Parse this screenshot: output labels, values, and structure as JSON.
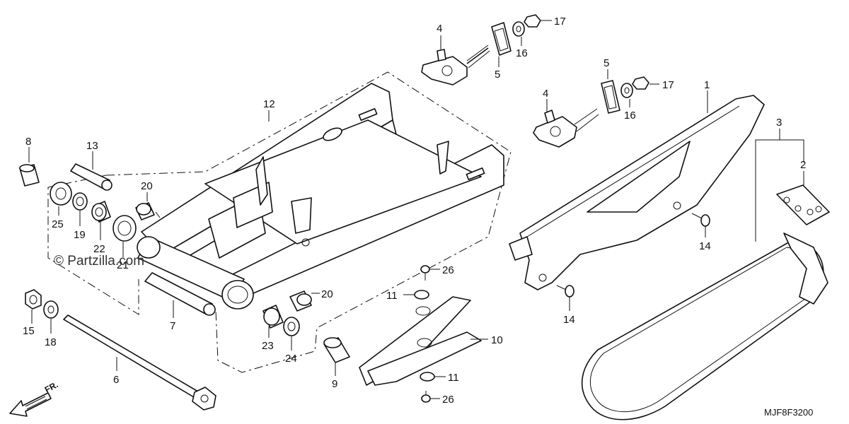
{
  "diagram": {
    "watermark": "© Partzilla.com",
    "drawing_code": "MJF8F3200",
    "direction_label": "FR.",
    "callouts": {
      "c1": "1",
      "c2": "2",
      "c3": "3",
      "c4a": "4",
      "c4b": "4",
      "c5a": "5",
      "c5b": "5",
      "c6": "6",
      "c7": "7",
      "c8": "8",
      "c9": "9",
      "c10": "10",
      "c11a": "11",
      "c11b": "11",
      "c12": "12",
      "c13": "13",
      "c14a": "14",
      "c14b": "14",
      "c15": "15",
      "c16a": "16",
      "c16b": "16",
      "c17a": "17",
      "c17b": "17",
      "c18": "18",
      "c19": "19",
      "c20a": "20",
      "c20b": "20",
      "c21": "21",
      "c22": "22",
      "c23": "23",
      "c24": "24",
      "c25": "25",
      "c26a": "26",
      "c26b": "26"
    }
  }
}
